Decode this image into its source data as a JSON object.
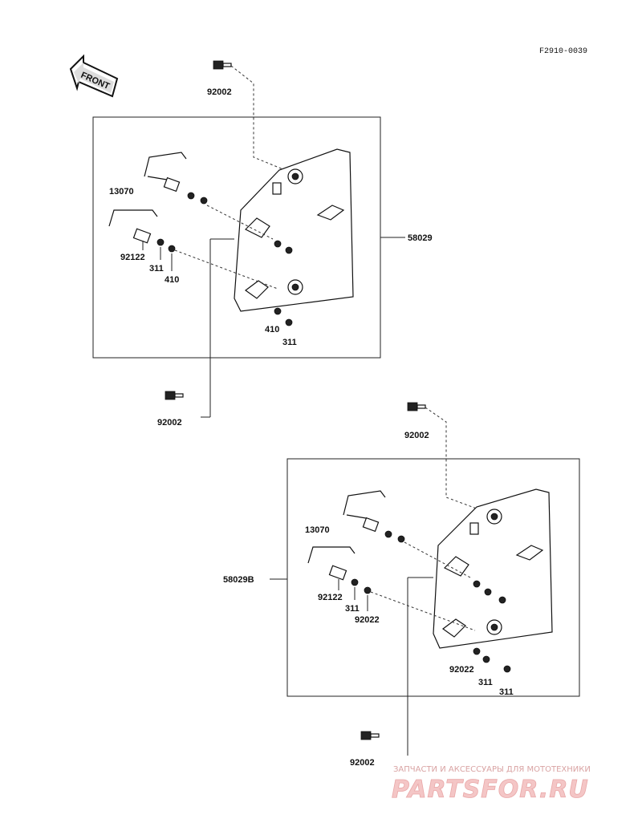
{
  "diagram_code": "F2910-0039",
  "front_label": "FRONT",
  "upper_assembly": {
    "assembly_number": "58029",
    "top_bolt": "92002",
    "bottom_bolt": "92002",
    "rod": "13070",
    "collar": "92122",
    "washer_left": "311",
    "nut_left": "410",
    "nut_right": "410",
    "washer_right": "311"
  },
  "lower_assembly": {
    "assembly_number": "58029B",
    "top_bolt": "92002",
    "bottom_bolt": "92002",
    "rod": "13070",
    "collar": "92122",
    "washer_left": "311",
    "nut_left": "92022",
    "nut_right": "92022",
    "washer_right_a": "311",
    "washer_right_b": "311"
  },
  "watermark": {
    "caption": "ЗАПЧАСТИ И АКСЕССУАРЫ ДЛЯ МОТОТЕХНИКИ",
    "brand": "PARTSFOR.RU"
  }
}
